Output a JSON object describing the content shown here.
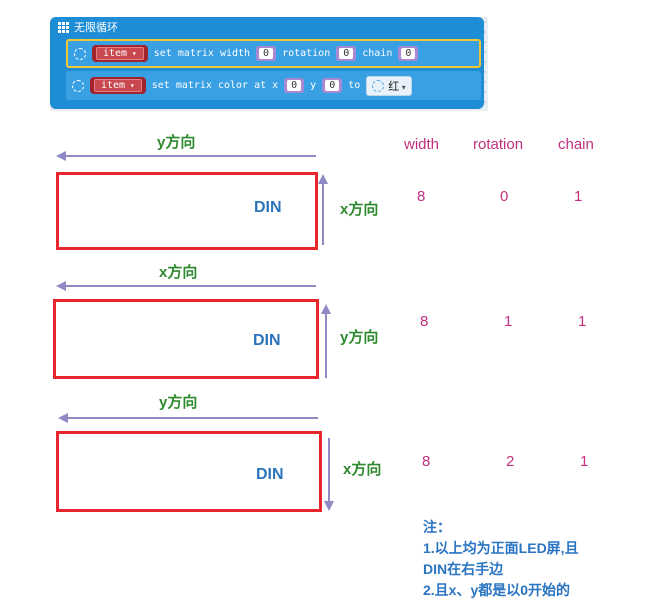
{
  "editor": {
    "forever_label": "无限循环",
    "block1": {
      "variable": "item",
      "text1": "set matrix width",
      "width_value": "0",
      "text2": "rotation",
      "rotation_value": "0",
      "text3": "chain",
      "chain_value": "0"
    },
    "block2": {
      "variable": "item",
      "text1": "set matrix color at x",
      "x_value": "0",
      "text2": "y",
      "y_value": "0",
      "text3": "to",
      "color_value": "红"
    }
  },
  "columns": {
    "width": "width",
    "rotation": "rotation",
    "chain": "chain"
  },
  "rows": [
    {
      "horizontal_label": "y方向",
      "vertical_label": "x方向",
      "din": "DIN",
      "width": "8",
      "rotation": "0",
      "chain": "1"
    },
    {
      "horizontal_label": "x方向",
      "vertical_label": "y方向",
      "din": "DIN",
      "width": "8",
      "rotation": "1",
      "chain": "1"
    },
    {
      "horizontal_label": "y方向",
      "vertical_label": "x方向",
      "din": "DIN",
      "width": "8",
      "rotation": "2",
      "chain": "1"
    }
  ],
  "note": {
    "title": "注：",
    "line1": "1.以上均为正面LED屏,且",
    "line2": "DIN在右手边",
    "line3": "2.且x、y都是以0开始的"
  },
  "colors": {
    "panel_border": "#e8262d",
    "arrow": "#8f8ac4",
    "label_green": "#2f8a2f",
    "din_blue": "#2c74bc",
    "value_magenta": "#c0307e"
  }
}
